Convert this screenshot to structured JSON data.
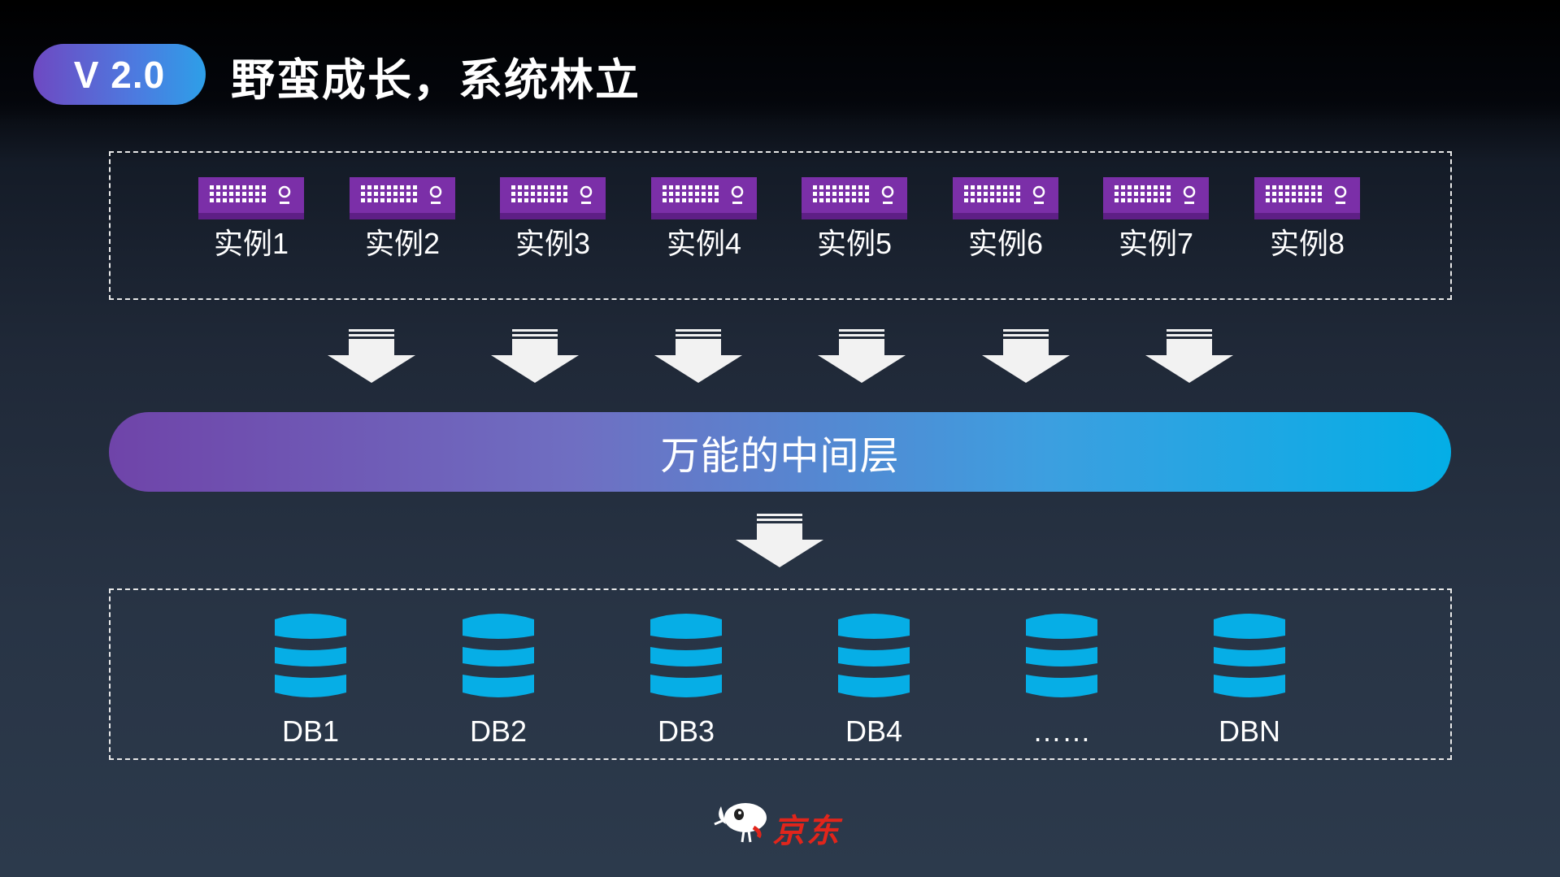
{
  "header": {
    "version": "V 2.0",
    "title": "野蛮成长，系统林立"
  },
  "instances": [
    "实例1",
    "实例2",
    "实例3",
    "实例4",
    "实例5",
    "实例6",
    "实例7",
    "实例8"
  ],
  "middleware": {
    "label": "万能的中间层"
  },
  "databases": [
    "DB1",
    "DB2",
    "DB3",
    "DB4",
    "……",
    "DBN"
  ],
  "brand": {
    "name": "京东"
  },
  "colors": {
    "server_purple": "#7b2fa8",
    "db_blue": "#06aee6",
    "brand_red": "#e1251b",
    "arrow_white": "#f2f2f2"
  }
}
